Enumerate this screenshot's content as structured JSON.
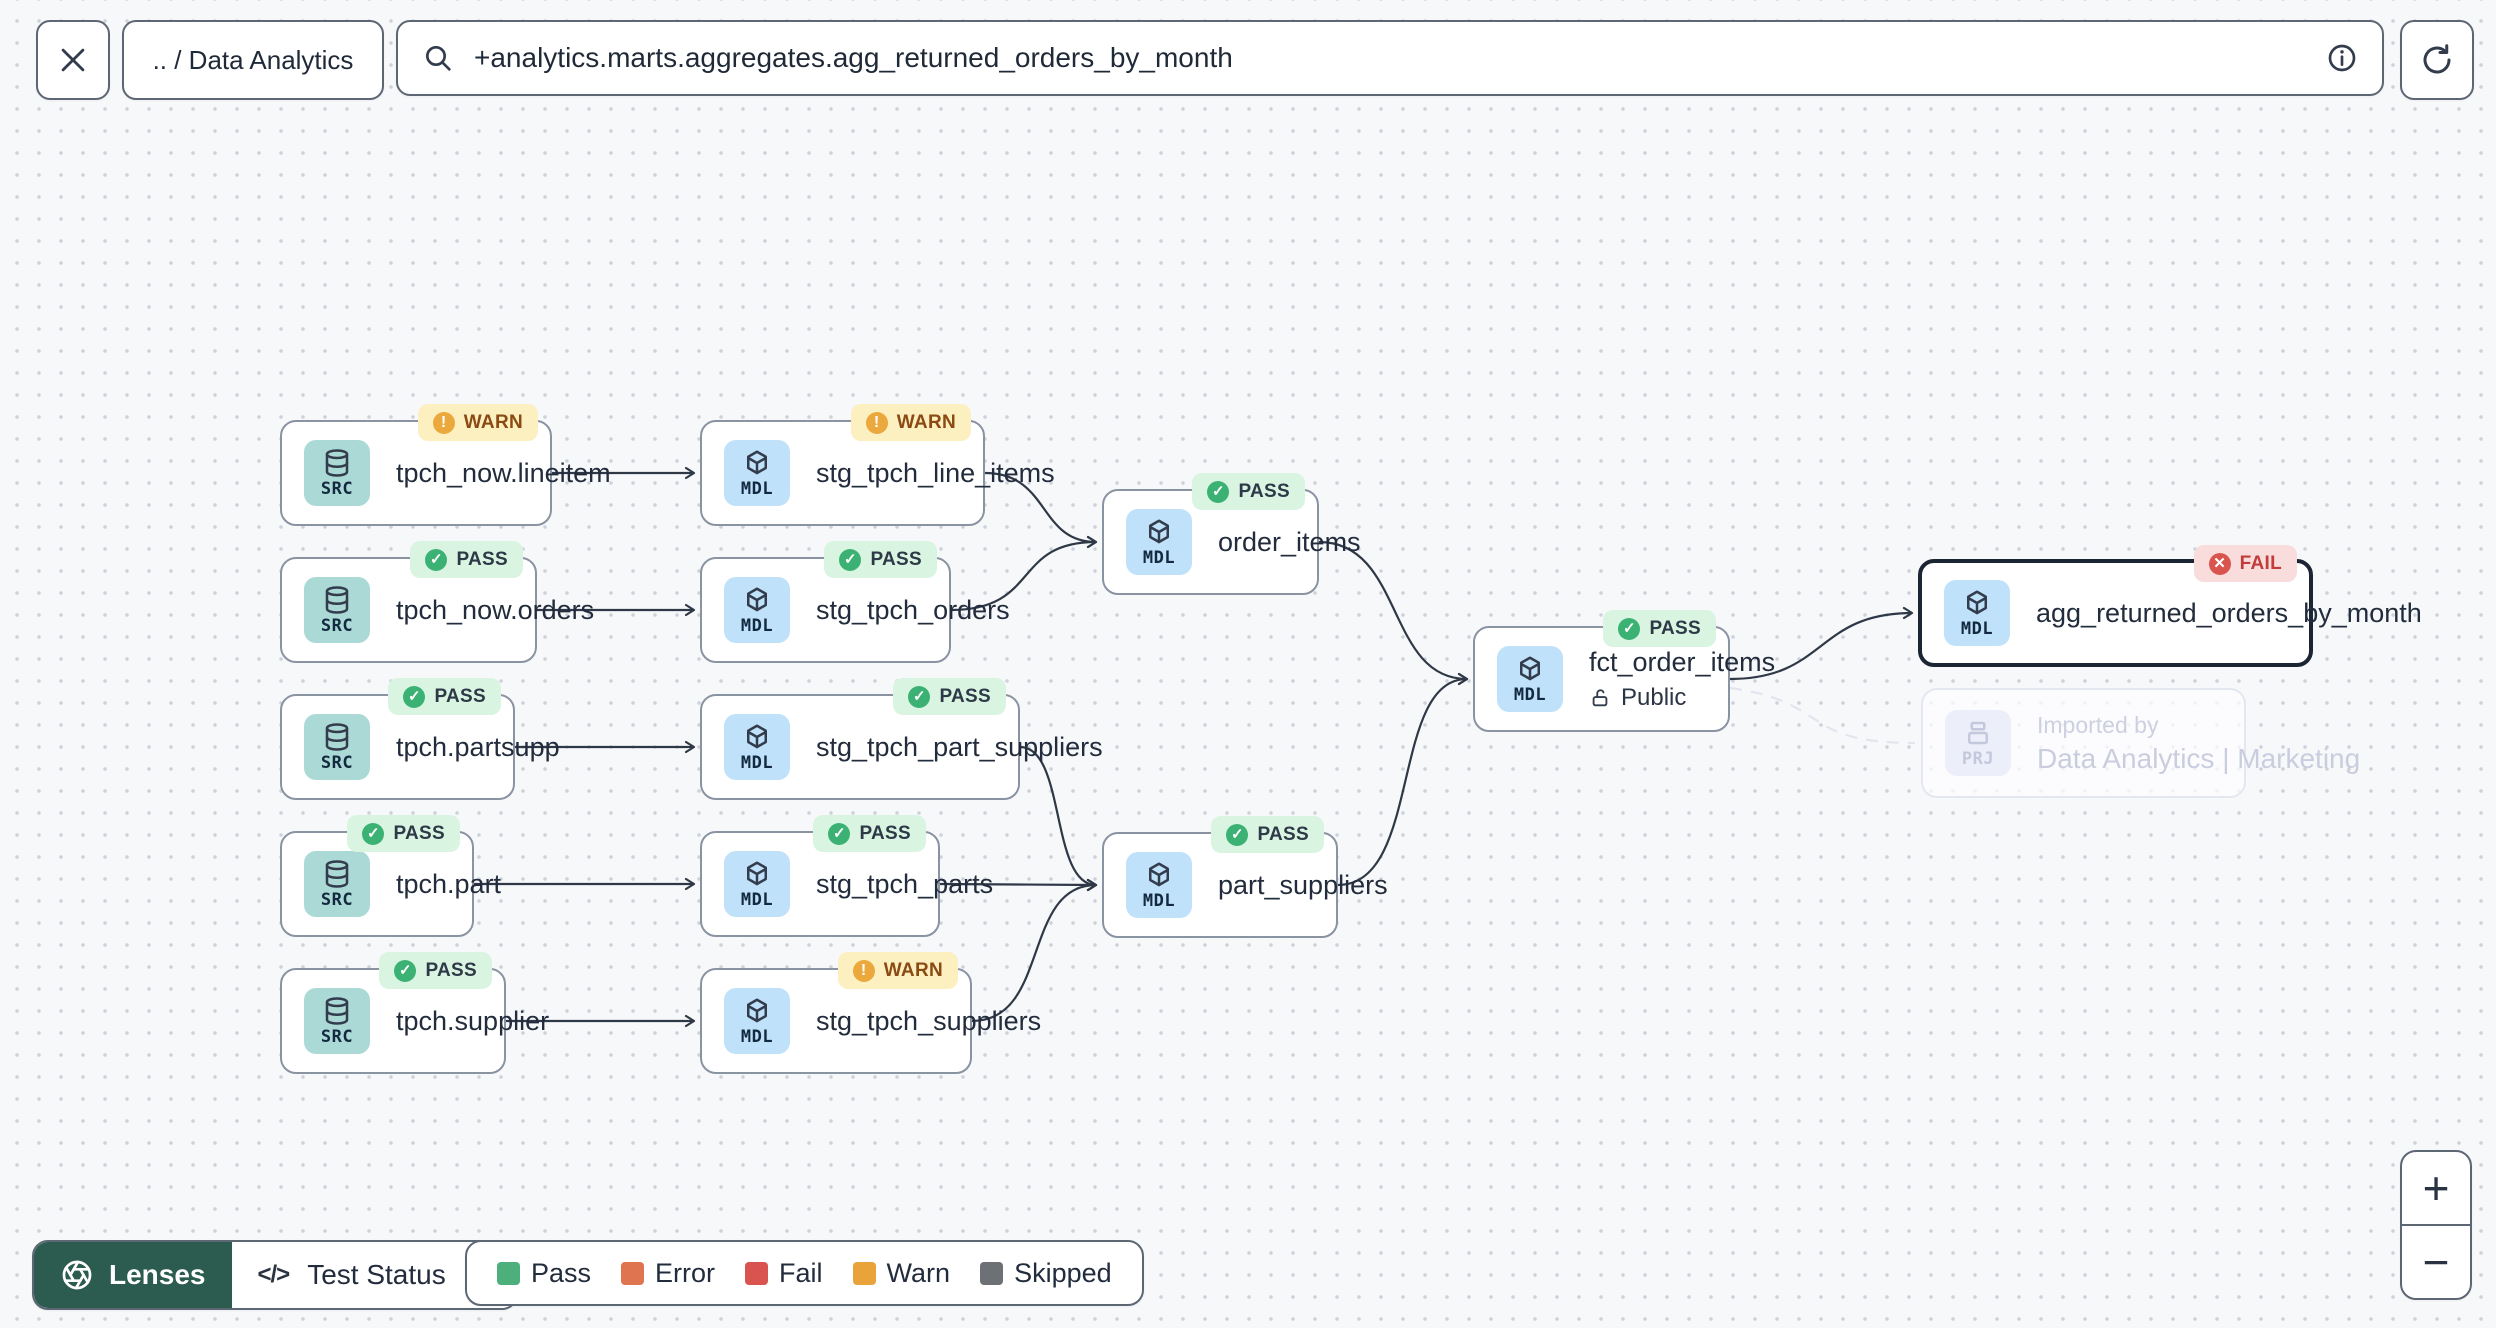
{
  "topbar": {
    "breadcrumb": ".. / Data Analytics",
    "search_value": "+analytics.marts.aggregates.agg_returned_orders_by_month"
  },
  "icons": {
    "close": "✕",
    "zoom_in": "+",
    "zoom_out": "−",
    "code": "</>"
  },
  "badge_glyphs": {
    "pass": "✓",
    "warn": "!",
    "fail": "✕"
  },
  "nodes": [
    {
      "kind": "SRC",
      "label": "tpch_now.lineitem",
      "status": "WARN"
    },
    {
      "kind": "SRC",
      "label": "tpch_now.orders",
      "status": "PASS"
    },
    {
      "kind": "SRC",
      "label": "tpch.partsupp",
      "status": "PASS"
    },
    {
      "kind": "SRC",
      "label": "tpch.part",
      "status": "PASS"
    },
    {
      "kind": "SRC",
      "label": "tpch.supplier",
      "status": "PASS"
    },
    {
      "kind": "MDL",
      "label": "stg_tpch_line_items",
      "status": "WARN"
    },
    {
      "kind": "MDL",
      "label": "stg_tpch_orders",
      "status": "PASS"
    },
    {
      "kind": "MDL",
      "label": "stg_tpch_part_suppliers",
      "status": "PASS"
    },
    {
      "kind": "MDL",
      "label": "stg_tpch_parts",
      "status": "PASS"
    },
    {
      "kind": "MDL",
      "label": "stg_tpch_suppliers",
      "status": "WARN"
    },
    {
      "kind": "MDL",
      "label": "order_items",
      "status": "PASS"
    },
    {
      "kind": "MDL",
      "label": "part_suppliers",
      "status": "PASS"
    },
    {
      "kind": "MDL",
      "label": "fct_order_items",
      "status": "PASS",
      "visibility": "Public"
    },
    {
      "kind": "MDL",
      "label": "agg_returned_orders_by_month",
      "status": "FAIL",
      "selected": true
    },
    {
      "kind": "PRJ",
      "label": "Imported by",
      "sublabel": "Data Analytics | Marketing",
      "ghost": true
    }
  ],
  "footer": {
    "lenses_label": "Lenses",
    "lens_selector_label": "Test Status",
    "legend": [
      {
        "label": "Pass",
        "color": "#4daf7c"
      },
      {
        "label": "Error",
        "color": "#df7450"
      },
      {
        "label": "Fail",
        "color": "#d9534f"
      },
      {
        "label": "Warn",
        "color": "#e8a33b"
      },
      {
        "label": "Skipped",
        "color": "#6d7074"
      }
    ]
  },
  "colors": {
    "lenses_green": "#2c5c4f",
    "pass_badge_bg": "#daf4e2",
    "warn_badge_bg": "#fcefc0",
    "fail_badge_bg": "#f9dcdc",
    "src_tile": "#abd9d6",
    "mdl_tile": "#bfe1f9",
    "edge": "#2f3846"
  }
}
